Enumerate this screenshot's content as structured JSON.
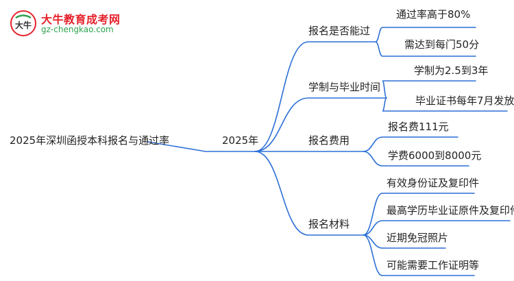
{
  "logo": {
    "name": "大牛教育成考网",
    "url": "gz-chengkao.com",
    "mark_text": "大牛"
  },
  "colors": {
    "branch": "#2b6fd6",
    "text": "#222222",
    "logo_red": "#e5222b",
    "logo_green": "#2fa14f"
  },
  "mindmap": {
    "root": "2025年深圳函授本科报名与通过率",
    "center": "2025年",
    "branches": [
      {
        "label": "报名是否能过",
        "children": [
          "通过率高于80%",
          "需达到每门50分"
        ]
      },
      {
        "label": "学制与毕业时间",
        "children": [
          "学制为2.5到3年",
          "毕业证书每年7月发放"
        ]
      },
      {
        "label": "报名费用",
        "children": [
          "报名费111元",
          "学费6000到8000元"
        ]
      },
      {
        "label": "报名材料",
        "children": [
          "有效身份证及复印件",
          "最高学历毕业证原件及复印件",
          "近期免冠照片",
          "可能需要工作证明等"
        ]
      }
    ]
  }
}
